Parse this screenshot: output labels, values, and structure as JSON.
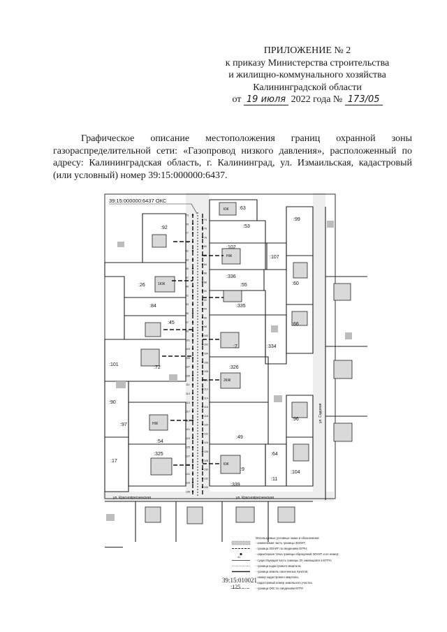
{
  "header": {
    "line1": "ПРИЛОЖЕНИЕ № 2",
    "line2": "к приказу Министерства строительства",
    "line3": "и жилищно-коммунального хозяйства",
    "line4": "Калининградской области",
    "date_prefix": "от",
    "date_hand": "19 июля",
    "date_middle": "2022 года №",
    "number_hand": "173/05"
  },
  "description": "Графическое описание местоположения границ охранной зоны газораспределительной сети: «Газопровод низкого давления», расположенный по адресу: Калининградская область, г. Калининград, ул. Измаильская, кадастровый (или условный) номер 39:15:000000:6437.",
  "map": {
    "object_label": "39:15:000000:6437 ОКС",
    "streets": {
      "bottom": "ул. Краснопресненская",
      "right": "ул. Садовая"
    },
    "parcels": [
      ":63",
      ":53",
      ":99",
      ":92",
      ":102",
      ":107",
      ":26",
      ":336",
      ":55",
      ":60",
      ":84",
      ":335",
      ":45",
      ":66",
      ":7",
      ":334",
      ":101",
      ":72",
      ":326",
      ":90",
      ":97",
      ":96",
      ":54",
      ":49",
      ":17",
      ":325",
      ":64",
      ":9",
      ":104",
      ":339",
      ":11"
    ],
    "points": [
      "73",
      "74",
      "75",
      "76",
      "77",
      "78",
      "79",
      "80",
      "81",
      "82",
      "83",
      "84",
      "85",
      "86",
      "87",
      "88",
      "89",
      "90",
      "91",
      "92",
      "93",
      "94",
      "95",
      "96",
      "97",
      "98",
      "99",
      "100",
      "101",
      "102",
      "103",
      "104",
      "105",
      "106",
      "107",
      "108",
      "109",
      "110",
      "111",
      "112",
      "113",
      "114",
      "115",
      "116",
      "117",
      "118",
      "119",
      "120",
      "121",
      "122",
      "123",
      "124",
      "125",
      "126",
      "127",
      "128",
      "129",
      "130",
      "131",
      "132",
      "133",
      "134",
      "135"
    ],
    "building_labels": [
      "КЖ",
      "НЖ",
      "1КЖ",
      "2КЖ",
      "НЖ",
      "КЖ"
    ]
  },
  "legend": {
    "title": "Используемые условные знаки и обозначения:",
    "items": [
      "- изменяемая часть границы ЗОУИТ;",
      "- граница ЗОУИТ по сведениям ЕГРН;",
      "- характерная точка границы образуемой ЗОУИТ и ее номер;",
      "- существующая часть границы ЗУ, имеющаяся в ЕГРН;",
      "- граница кадастрового квартала;",
      "- граница земель населенных пунктов;",
      "- номер кадастрового квартала;",
      "- кадастровый номер земельного участка",
      "- граница ОКС по сведениям ЕГРН"
    ],
    "sample_number": "41",
    "quarter_number": "39:15:010021",
    "parcel_sample": ":125"
  }
}
